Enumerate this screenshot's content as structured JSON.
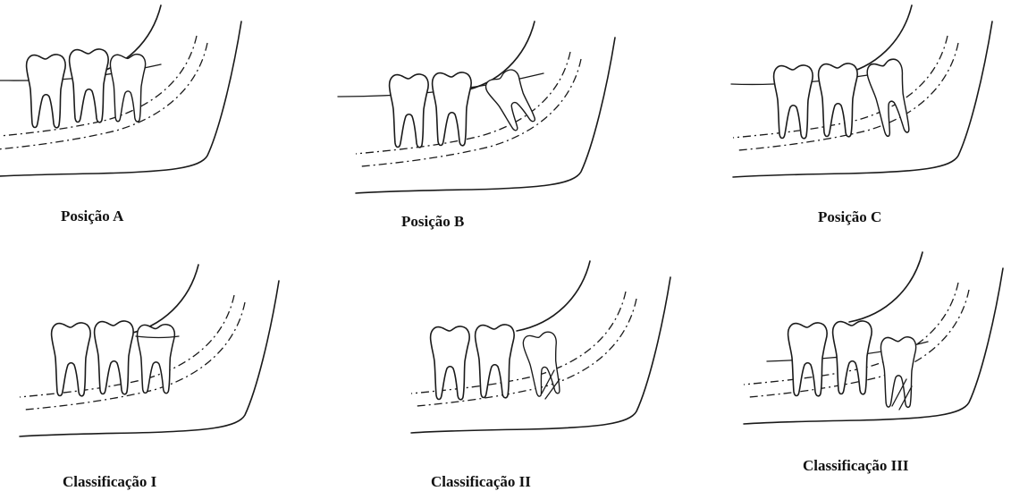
{
  "figure": {
    "panels": [
      {
        "id": "pos-a",
        "caption": "Posição A"
      },
      {
        "id": "pos-b",
        "caption": "Posição B"
      },
      {
        "id": "pos-c",
        "caption": "Posição C"
      },
      {
        "id": "class-1",
        "caption": "Classificação I"
      },
      {
        "id": "class-2",
        "caption": "Classificação II"
      },
      {
        "id": "class-3",
        "caption": "Classificação III"
      }
    ]
  }
}
